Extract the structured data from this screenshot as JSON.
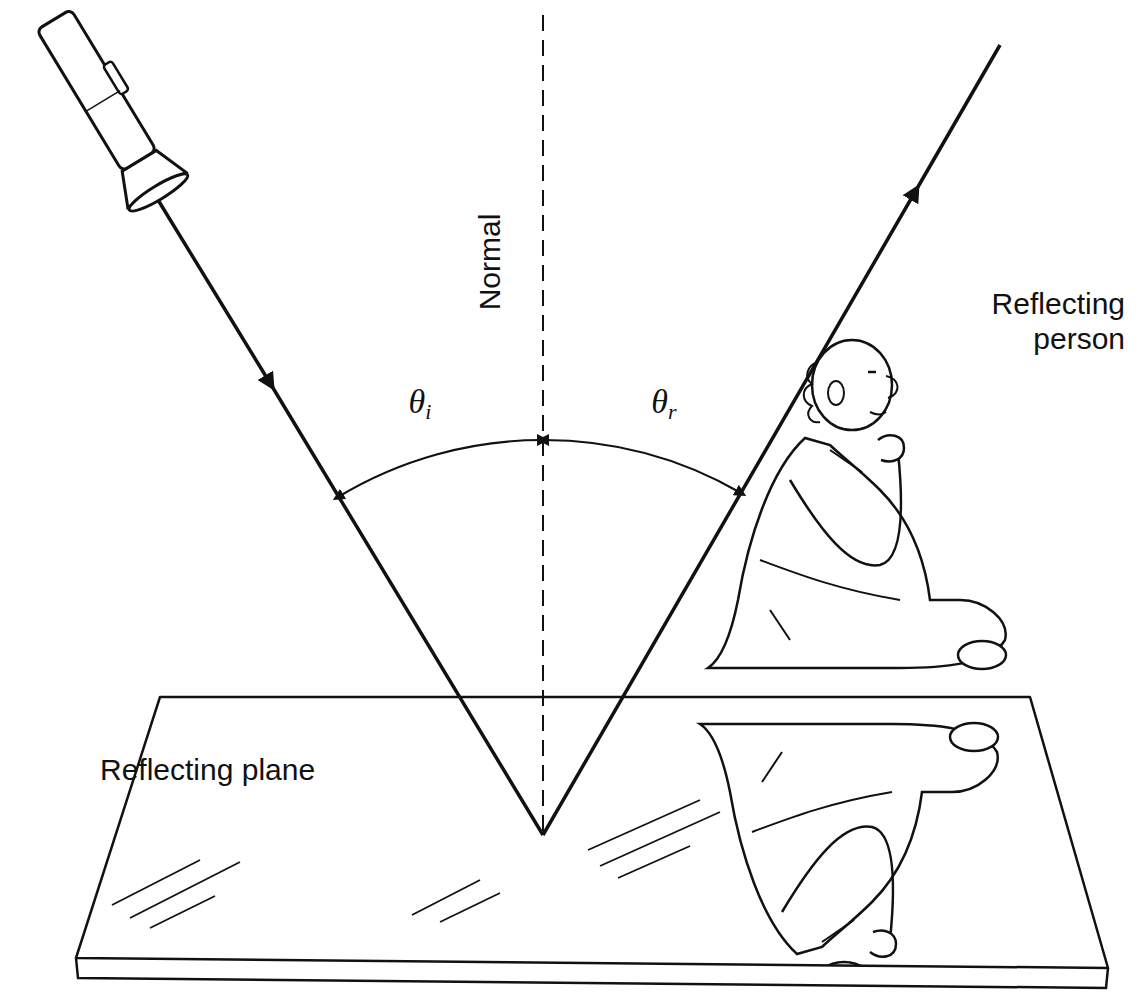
{
  "diagram": {
    "nodes": [
      {
        "text": [
          "Reflecting plane"
        ]
      }
    ],
    "labels": [
      "Normal",
      "θi",
      "θr",
      "Reflecting person"
    ]
  }
}
